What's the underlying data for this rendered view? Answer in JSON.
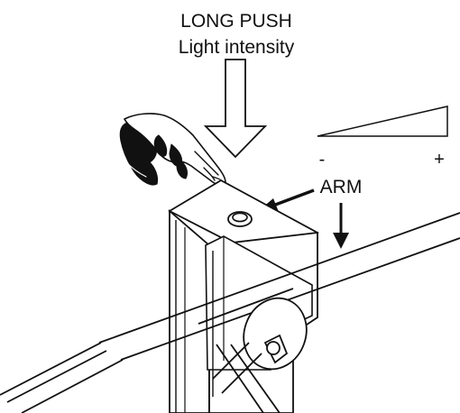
{
  "diagram": {
    "instruction_line1": "LONG PUSH",
    "instruction_line2": "Light intensity",
    "intensity_min": "-",
    "intensity_max": "+",
    "arm_label": "ARM"
  },
  "colors": {
    "ink": "#111111",
    "background": "#ffffff"
  },
  "icons": {
    "hand": "pointing-hand-icon",
    "push_arrow": "down-arrow-icon",
    "arm_arrow": "down-arrow-icon",
    "button_arrow": "left-arrow-icon"
  }
}
